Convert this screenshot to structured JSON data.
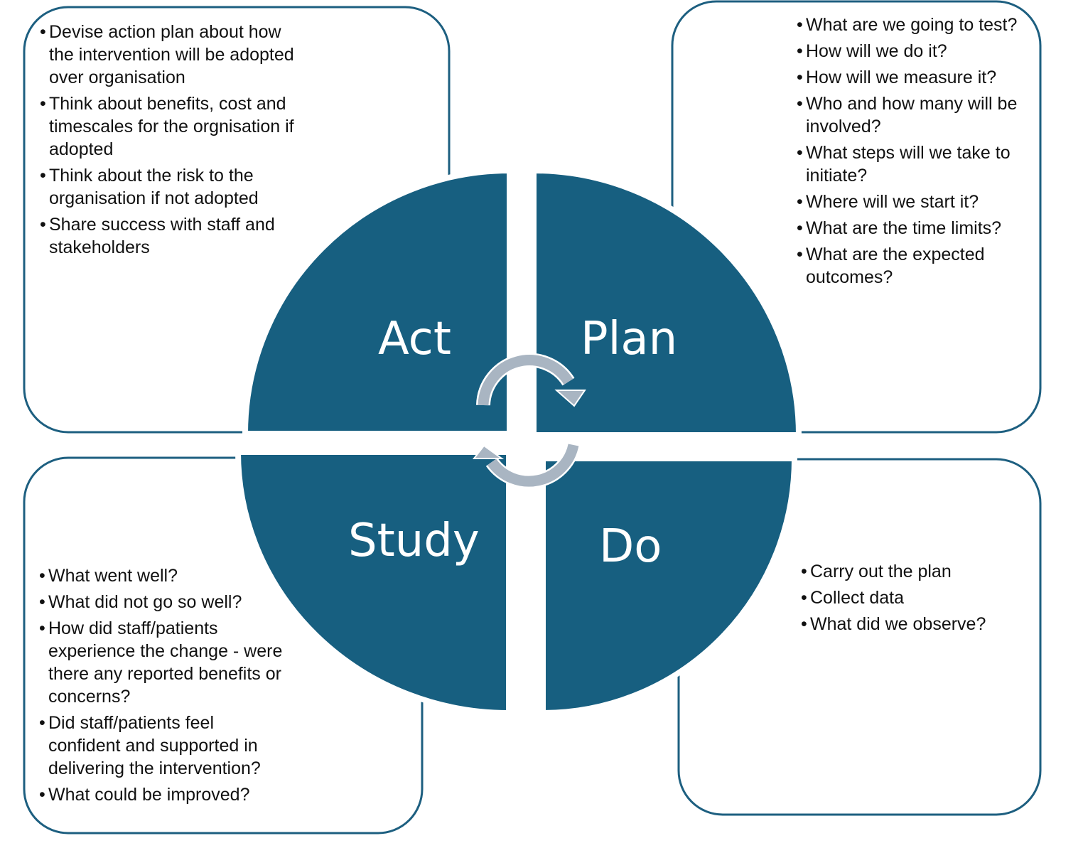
{
  "colors": {
    "quadrant": "#175f80",
    "border": "#1d5f80",
    "arrow": "#a9b5c2"
  },
  "quadrants": {
    "act": "Act",
    "plan": "Plan",
    "study": "Study",
    "do": "Do"
  },
  "act_box": {
    "items": [
      "Devise action plan about how the intervention will be adopted over organisation",
      "Think about benefits, cost and timescales for the orgnisation if adopted",
      "Think about the risk to the organisation if not adopted",
      "Share success with staff and stakeholders"
    ]
  },
  "plan_box": {
    "items": [
      "What are we going to test?",
      "How will we do it?",
      "How will we measure it?",
      "Who and how many will be involved?",
      "What steps will we take to initiate?",
      "Where will we start it?",
      "What are the time limits?",
      "What are the expected outcomes?"
    ]
  },
  "study_box": {
    "items": [
      "What went well?",
      "What did not go so well?",
      "How did staff/patients experience the change - were there any reported benefits or concerns?",
      "Did staff/patients feel confident and supported in delivering the intervention?",
      "What could be improved?"
    ]
  },
  "do_box": {
    "items": [
      "Carry out the plan",
      "Collect data",
      "What did we observe?"
    ]
  }
}
